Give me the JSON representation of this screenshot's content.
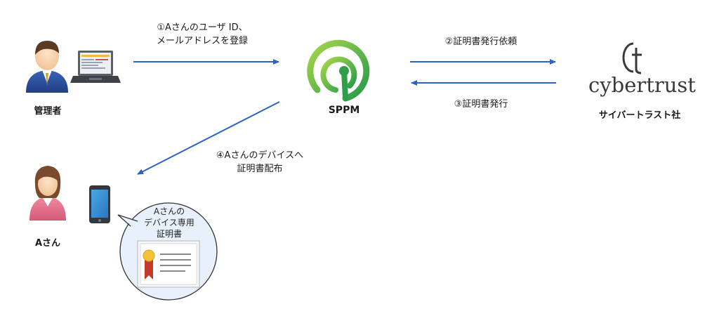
{
  "actors": {
    "admin": {
      "label": "管理者"
    },
    "user_a": {
      "label": "Aさん"
    },
    "sppm": {
      "label": "SPPM"
    },
    "cybertrust": {
      "label": "サイバートラスト社",
      "logo_text": "cybertrust"
    }
  },
  "steps": [
    {
      "line1": "①Aさんのユーザ ID、",
      "line2": "メールアドレスを登録"
    },
    {
      "line1": "②証明書発行依頼",
      "line2": ""
    },
    {
      "line1": "③証明書発行",
      "line2": ""
    },
    {
      "line1": "④Aさんのデバイスへ",
      "line2": "証明書配布"
    }
  ],
  "bubble": {
    "line1": "Aさんの",
    "line2": "デバイス専用",
    "line3": "証明書"
  },
  "colors": {
    "arrow": "#2d62c8",
    "sppm_green_dark": "#2f9e48",
    "sppm_green_light": "#9ad145",
    "admin_suit": "#2b4d9b",
    "user_a_suit": "#e46f8a",
    "phone": "#3d8fd0",
    "bubble_fill": "#e8f1fb",
    "ribbon": "#c0392b",
    "medal": "#f2c23a"
  },
  "icons": {
    "admin": "man-user-icon",
    "laptop": "laptop-icon",
    "user_a": "woman-user-icon",
    "phone": "smartphone-icon",
    "certificate": "certificate-icon",
    "sppm": "sppm-logo-icon",
    "cybertrust": "cybertrust-logo-icon"
  }
}
